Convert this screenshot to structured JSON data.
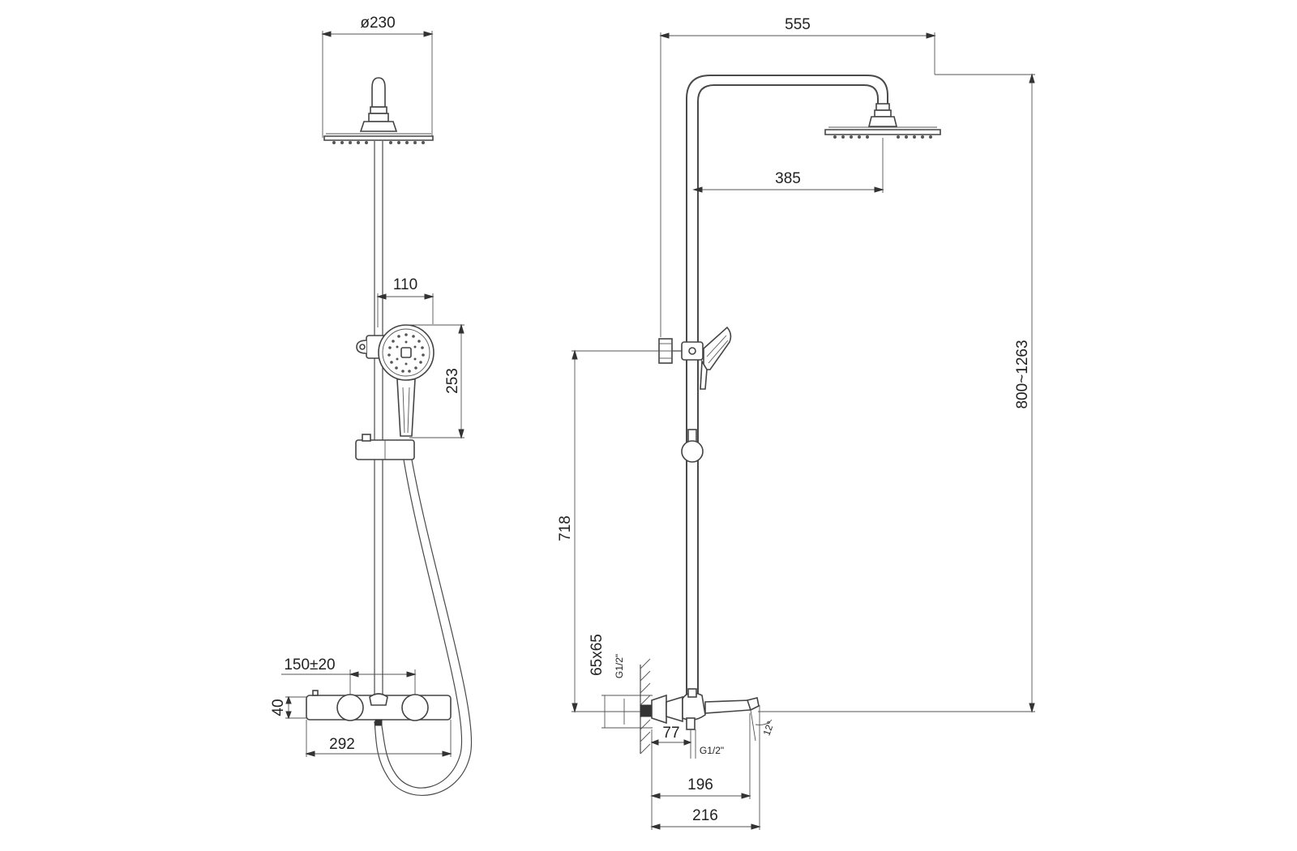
{
  "front_view": {
    "head_diameter": "ø230",
    "hand_shower_width": "110",
    "hand_shower_height": "253",
    "inlet_spacing": "150±20",
    "mixer_height": "40",
    "mixer_length": "292"
  },
  "side_view": {
    "arm_projection": "555",
    "head_offset": "385",
    "column_height": "800~1263",
    "bracket_height": "718",
    "flange_size": "65x65",
    "wall_thread": "G1/2\"",
    "outlet_thread": "G1/2\"",
    "mixer_depth": "77",
    "spout_angle": "12°",
    "spout_projection": "196",
    "overall_depth": "216"
  }
}
